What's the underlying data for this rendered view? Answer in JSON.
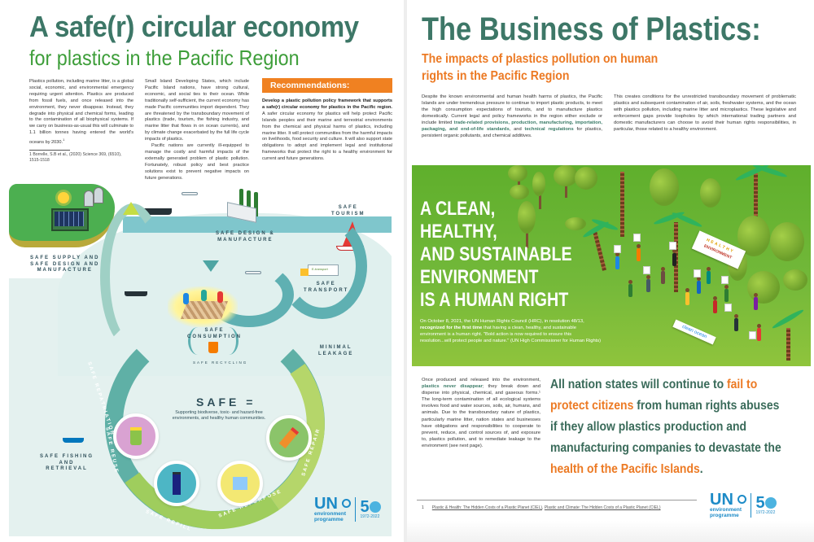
{
  "left_page": {
    "title": "A safe(r) circular economy",
    "subtitle": "for plastics in the Pacific Region",
    "col1_text": "Plastics pollution, including marine litter, is a global social, economic, and environmental emergency requiring urgent attention. Plastics are produced from fossil fuels, and once released into the environment, they never disappear. Instead, they degrade into physical and chemical forms, leading to the contamination of all biophysical systems. If we carry on business-as-usual this will culminate to 1.1 billion tonnes having entered the world's oceans by 2030.",
    "col1_footnote_marker": "1",
    "footnote": "1   Borrelle, S.B et al., (2020) Science 369, (6510), 1515-1518",
    "col2_p1": "Small Island Developing States, which include Pacific Island nations, have strong cultural, economic, and social ties to their ocean. While traditionally self-sufficient, the current economy has made Pacific communities import dependent. They are threatened by the transboundary movement of plastics (trade, tourism, the fishing industry, and marine litter that flows in on ocean currents), and by climate change exacerbated by the full life cycle impacts of plastics.",
    "col2_p2": "Pacific nations are currently ill-equipped to manage the costly and harmful impacts of the externally generated problem of plastic pollution. Fortunately, robust policy and best practice solutions exist to prevent negative impacts on future generations.",
    "recommendations": {
      "heading": "Recommendations:",
      "bold_lead": "Develop a plastic pollution policy framework that supports a safe(r) circular economy for plastics in the Pacific region.",
      "body": " A safer circular economy for plastics will help protect Pacific Islands peoples and their marine and terrestrial environments from the chemical and physical harms of plastics, including marine litter. It will protect communities from the harmful impacts on livelihoods, food security and culture. It will also support state obligations to adopt and implement legal and institutional frameworks that protect the right to a healthy environment for current and future generations."
    },
    "infographic": {
      "labels": {
        "supply": "SAFE SUPPLY AND\nSAFE DESIGN AND\nMANUFACTURE",
        "design": "SAFE DESIGN &\nMANUFACTURE",
        "tourism": "SAFE\nTOURISM",
        "transport": "SAFE\nTRANSPORT",
        "consumption": "SAFE\nCONSUMPTION",
        "recycling": "SAFE RECYCLING",
        "minimal_leakage": "MINIMAL\nLEAKAGE",
        "fishing": "SAFE FISHING\nAND\nRETRIEVAL",
        "repatriation": "SAFE REPATRIATION",
        "reuse": "SAFE REUSE",
        "refill": "SAFE REFILL",
        "repurpose": "SAFE REPURPOSE",
        "repair": "SAFE REPAIR",
        "truck_text": "E-transport"
      },
      "safe_heading": "SAFE =",
      "safe_description": "Supporting biodiverse, toxic- and hazard-free environments, and healthy human communities."
    },
    "logo": {
      "un": "UN",
      "line1": "environment",
      "line2": "programme",
      "fifty": "5",
      "years": "1972-2022"
    }
  },
  "right_page": {
    "title": "The Business of Plastics:",
    "subtitle_line1": "The impacts of plastics pollution on human",
    "subtitle_line2": "rights in the Pacific Region",
    "col1_intro": "Despite the known environmental and human health harms of plastics, the Pacific Islands are under tremendous pressure to continue to import plastic products, to meet the high consumption expectations of tourists, and to manufacture plastics domestically. Current legal and policy frameworks in the region either exclude or include limited ",
    "col1_bold1": "trade-related provisions, production, manufacturing, importation, packaging, and end-of-life standards",
    "col1_mid": ", and ",
    "col1_bold2": "technical regulations",
    "col1_end": " for plastics, persistent organic pollutants, and chemical additives.",
    "col2_text": "This creates conditions for the unrestricted transboundary movement of problematic plastics and subsequent contamination of air, soils, freshwater systems, and the ocean with plastics pollution, including marine litter and microplastics. These legislative and enforcement gaps provide loopholes by which international trading partners and domestic manufacturers can choose to avoid their human rights responsibilities, in particular, those related to a healthy environment.",
    "banner": {
      "title_lines": [
        "A CLEAN,",
        "HEALTHY,",
        "AND SUSTAINABLE",
        "ENVIRONMENT",
        "IS A HUMAN RIGHT"
      ],
      "text_start": "On October 8, 2021, the UN Human Rights Council (HRC), in resolution 48/13, ",
      "text_bold": "recognized for the first time",
      "text_end": " that having a clean, healthy, and sustainable environment is a human right. \"Bold action is now required to ensure this resolution...will protect people and nature.\" (UN High Commissioner for Human Rights)",
      "sign_healthy": "HEALTHY",
      "sign_environment": "ENVIRONMENT",
      "sign_clean_ocean": "clean ocean"
    },
    "col3_start": "Once produced and released into the environment, ",
    "col3_bold": "plastics never disappear",
    "col3_end": "; they break down and disperse into physical, chemical, and gaseous forms.¹ The long-term contamination of all ecological systems involves food and water sources, soils, air, humans, and animals. Due to the transboundary nature of plastics, particularly marine litter, nation states and businesses have obligations and responsibilities to cooperate to prevent, reduce, and control sources of, and exposure to, plastics pollution, and to remediate leakage to the environment (see next page).",
    "quote": {
      "part1": "All nation states will continue to ",
      "orange1": "fail to protect citizens",
      "part2": " from human rights abuses if they allow plastics production and manufacturing companies to devastate the ",
      "orange2": "health of the Pacific Islands",
      "part3": "."
    },
    "footnote_num": "1",
    "footnote_link1": "Plastic & Health: The Hidden Costs of a Plastic Planet (CIEL)",
    "footnote_sep": ", ",
    "footnote_link2": "Plastic and Climate: The Hidden Costs of a Plastic Planet (CIEL)",
    "logo": {
      "un": "UN",
      "line1": "environment",
      "line2": "programme",
      "fifty": "5",
      "years": "1972-2022"
    }
  },
  "colors": {
    "title_teal": "#3d7767",
    "subtitle_green": "#3e9e3a",
    "accent_orange": "#ec7a24",
    "recommendations_orange": "#f08121",
    "banner_green": "#6bb534",
    "un_blue": "#1d8bc7",
    "infographic_bg": "#e4f1ef"
  }
}
